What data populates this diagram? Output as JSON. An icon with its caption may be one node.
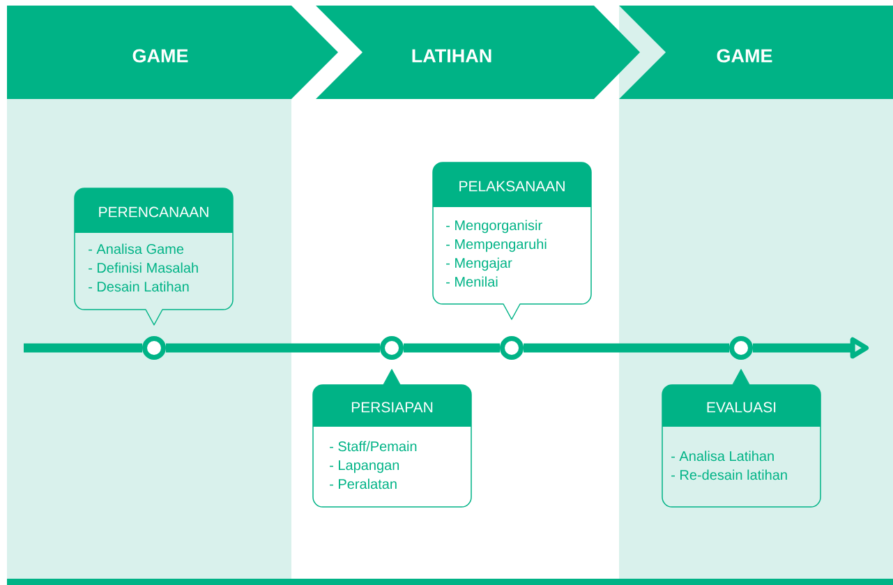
{
  "diagram": {
    "nodes": [
      {
        "text": [
          "GAME"
        ]
      },
      {
        "text": [
          "LATIHAN"
        ]
      },
      {
        "text": [
          "GAME"
        ]
      },
      {
        "text": [
          "PERENCANAAN",
          "- Analisa Game",
          "- Definisi Masalah",
          "- Desain Latihan"
        ]
      },
      {
        "text": [
          "PERSIAPAN",
          "- Staff/Pemain",
          "- Lapangan",
          "- Peralatan"
        ]
      },
      {
        "text": [
          "PELAKSANAAN",
          "- Mengorganisir",
          "- Mempengaruhi",
          "- Mengajar",
          "- Menilai"
        ]
      },
      {
        "text": [
          "EVALUASI",
          "- Analisa Latihan",
          "- Re-desain latihan"
        ]
      },
      {
        "text": [],
        "shape": "circle"
      },
      {
        "text": [],
        "shape": "circle"
      },
      {
        "text": [],
        "shape": "circle"
      },
      {
        "text": [],
        "shape": "circle"
      }
    ],
    "edges": [
      {
        "from": null,
        "to": 7,
        "arrow": "none"
      },
      {
        "from": 7,
        "to": 8,
        "arrow": "none"
      },
      {
        "from": 8,
        "to": 9,
        "arrow": "none"
      },
      {
        "from": 9,
        "to": 10,
        "arrow": "none"
      },
      {
        "from": 10,
        "to": null,
        "arrow": "to"
      }
    ]
  }
}
